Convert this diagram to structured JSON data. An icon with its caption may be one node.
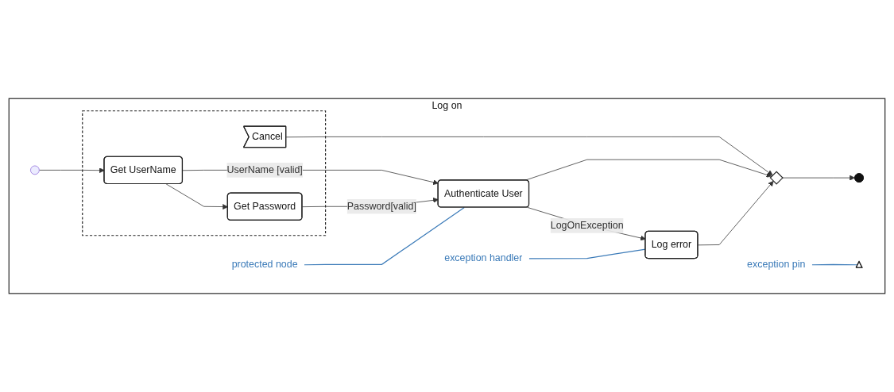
{
  "diagram": {
    "nodes": [
      {
        "text": [
          "Log on"
        ]
      },
      {
        "text": [],
        "shape": "box",
        "in": 0
      },
      {
        "text": [],
        "shape": "circle",
        "in": 0
      },
      {
        "text": [
          "Get UserName"
        ],
        "in": 1
      },
      {
        "text": [
          "Get Password"
        ],
        "in": 1
      },
      {
        "text": [
          "Cancel"
        ],
        "in": 1
      },
      {
        "text": [
          "protected node"
        ],
        "in": 0
      },
      {
        "text": [
          "exception pin"
        ],
        "in": 0
      },
      {
        "text": [
          "exception handler"
        ],
        "in": 0
      },
      {
        "text": [
          "Authenticate User"
        ],
        "in": 0
      },
      {
        "text": [],
        "shape": "triangle",
        "in": 0
      },
      {
        "text": [
          "Log error"
        ],
        "in": 0
      },
      {
        "text": [],
        "shape": "diamond",
        "in": 0
      },
      {
        "text": [],
        "shape": "bullseye",
        "in": 0
      }
    ],
    "edges": [
      {
        "from": 2,
        "to": 3,
        "arrow": "to"
      },
      {
        "from": 3,
        "to": 4,
        "arrow": "to"
      },
      {
        "from": 3,
        "to": 9,
        "arrow": "to",
        "label": "UserName [valid]"
      },
      {
        "from": 4,
        "to": 9,
        "arrow": "to",
        "label": "Password[valid]"
      },
      {
        "from": 9,
        "to": 11,
        "arrow": "to",
        "label": "LogOnException"
      },
      {
        "from": 5,
        "to": 12,
        "arrow": "to"
      },
      {
        "from": 9,
        "to": 12,
        "arrow": "to"
      },
      {
        "from": 11,
        "to": 12,
        "arrow": "to"
      },
      {
        "from": 12,
        "to": 13,
        "arrow": "to"
      },
      {
        "from": 6,
        "to": 9,
        "arrow": "none",
        "color": "#3a7ab8"
      },
      {
        "from": 7,
        "to": 10,
        "arrow": "none",
        "color": "#3a7ab8"
      },
      {
        "from": 8,
        "to": 11,
        "arrow": "none",
        "color": "#3a7ab8"
      }
    ]
  }
}
